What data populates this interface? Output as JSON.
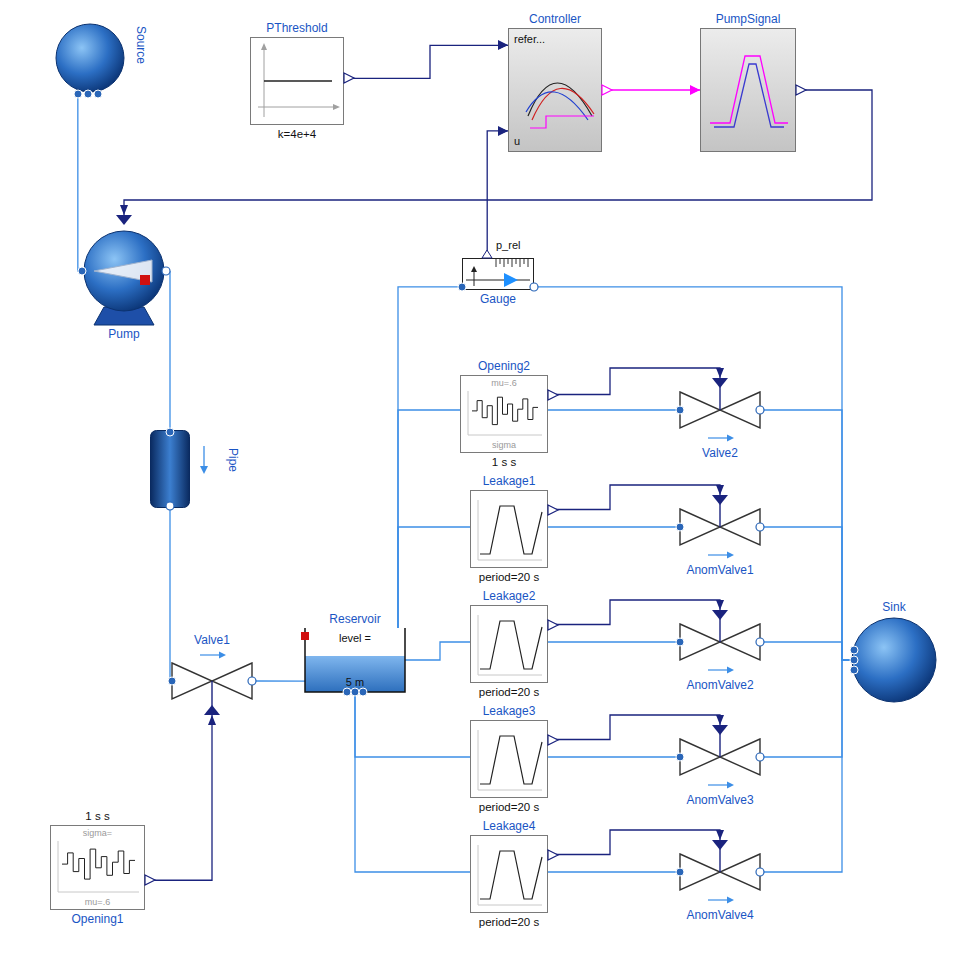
{
  "diagram": {
    "nodes": [
      {
        "text": [
          "Source"
        ]
      },
      {
        "text": [
          "PThreshold",
          "k=4e+4"
        ]
      },
      {
        "text": [
          "Controller",
          "refer...",
          "u"
        ]
      },
      {
        "text": [
          "PumpSignal"
        ]
      },
      {
        "text": [
          "Pump"
        ]
      },
      {
        "text": [
          "p_rel",
          "Gauge"
        ]
      },
      {
        "text": [
          "Opening2",
          "mu=.6",
          "sigma",
          "1 s s"
        ]
      },
      {
        "text": [
          "Valve2"
        ]
      },
      {
        "text": [
          "Pipe"
        ]
      },
      {
        "text": [
          "Leakage1",
          "period=20 s"
        ]
      },
      {
        "text": [
          "AnomValve1"
        ]
      },
      {
        "text": [
          "Sink"
        ]
      },
      {
        "text": [
          "Reservoir",
          "level =",
          "5 m"
        ]
      },
      {
        "text": [
          "Valve1"
        ]
      },
      {
        "text": [
          "Leakage2",
          "period=20 s"
        ]
      },
      {
        "text": [
          "AnomValve2"
        ]
      },
      {
        "text": [
          "Leakage3",
          "period=20 s"
        ]
      },
      {
        "text": [
          "AnomValve3"
        ]
      },
      {
        "text": [
          "Leakage4",
          "period=20 s"
        ]
      },
      {
        "text": [
          "AnomValve4"
        ]
      },
      {
        "text": [
          "1 s s",
          "sigma=",
          "mu=.6",
          "Opening1"
        ]
      }
    ],
    "edges": [
      {
        "from": 0,
        "to": 4,
        "arrow": "none"
      },
      {
        "from": 1,
        "to": 2,
        "arrow": "to"
      },
      {
        "from": 5,
        "to": 2,
        "arrow": "to"
      },
      {
        "from": 2,
        "to": 3,
        "arrow": "to"
      },
      {
        "from": 3,
        "to": 4,
        "arrow": "to"
      },
      {
        "from": 4,
        "to": 8,
        "arrow": "none"
      },
      {
        "from": 8,
        "to": 13,
        "arrow": "none"
      },
      {
        "from": 13,
        "to": 12,
        "arrow": "none"
      },
      {
        "from": 12,
        "to": 5,
        "arrow": "none"
      },
      {
        "from": 5,
        "to": 11,
        "arrow": "none"
      },
      {
        "from": 12,
        "to": 7,
        "arrow": "none"
      },
      {
        "from": 6,
        "to": 7,
        "arrow": "to"
      },
      {
        "from": 7,
        "to": 11,
        "arrow": "none"
      },
      {
        "from": 12,
        "to": 10,
        "arrow": "none"
      },
      {
        "from": 9,
        "to": 10,
        "arrow": "to"
      },
      {
        "from": 10,
        "to": 11,
        "arrow": "none"
      },
      {
        "from": 12,
        "to": 15,
        "arrow": "none"
      },
      {
        "from": 14,
        "to": 15,
        "arrow": "to"
      },
      {
        "from": 15,
        "to": 11,
        "arrow": "none"
      },
      {
        "from": 12,
        "to": 17,
        "arrow": "none"
      },
      {
        "from": 16,
        "to": 17,
        "arrow": "to"
      },
      {
        "from": 17,
        "to": 11,
        "arrow": "none"
      },
      {
        "from": 12,
        "to": 19,
        "arrow": "none"
      },
      {
        "from": 18,
        "to": 19,
        "arrow": "to"
      },
      {
        "from": 19,
        "to": 11,
        "arrow": "none"
      },
      {
        "from": 20,
        "to": 13,
        "arrow": "to"
      }
    ]
  }
}
